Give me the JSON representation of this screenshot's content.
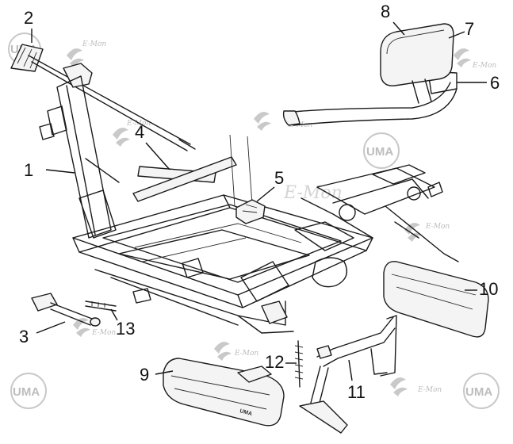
{
  "watermark": {
    "logo_text": "UMA",
    "script_text": "E-Mon"
  },
  "callouts": [
    {
      "id": "1",
      "label": "1"
    },
    {
      "id": "2",
      "label": "2"
    },
    {
      "id": "3",
      "label": "3"
    },
    {
      "id": "4",
      "label": "4"
    },
    {
      "id": "5",
      "label": "5"
    },
    {
      "id": "6",
      "label": "6"
    },
    {
      "id": "7",
      "label": "7"
    },
    {
      "id": "8",
      "label": "8"
    },
    {
      "id": "9",
      "label": "9"
    },
    {
      "id": "10",
      "label": "10"
    },
    {
      "id": "11",
      "label": "11"
    },
    {
      "id": "12",
      "label": "12"
    },
    {
      "id": "13",
      "label": "13"
    }
  ],
  "parts": {
    "armrest_brand": "UMA"
  }
}
